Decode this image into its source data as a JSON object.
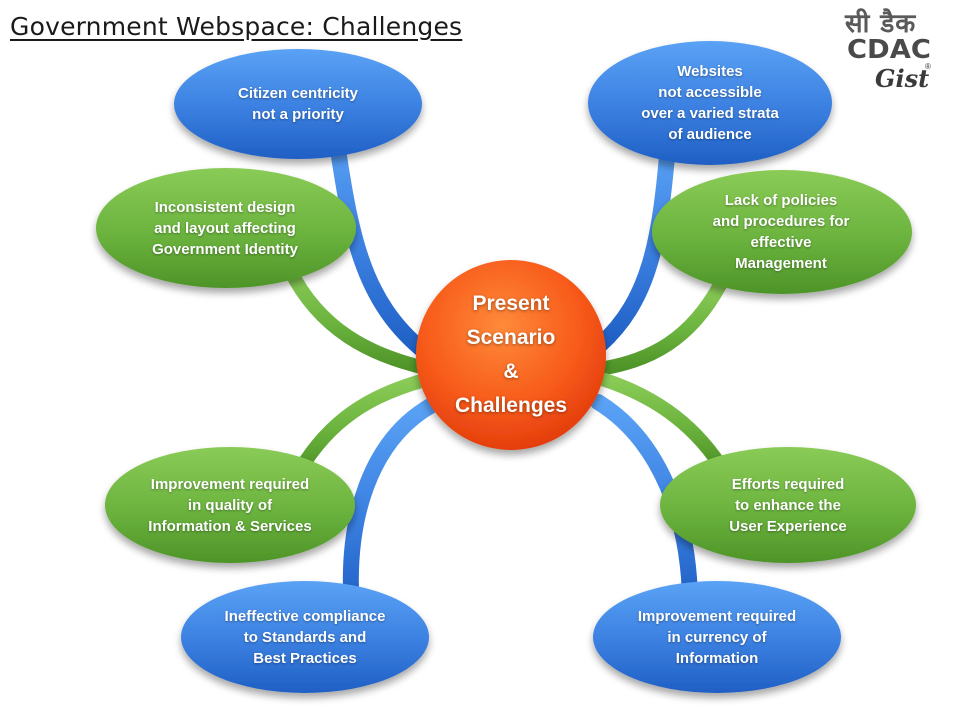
{
  "slide": {
    "title": "Government Webspace: Challenges"
  },
  "logo": {
    "hindi": "सी डैक",
    "cdac": "CDAC",
    "gist": "Gist",
    "reg": "®"
  },
  "colors": {
    "blue": "#3a7fe0",
    "blue_dark": "#1f5fc4",
    "green": "#6bb33e",
    "green_dark": "#4e9428",
    "center_top": "#ff7a2a",
    "center_bottom": "#e8380a"
  },
  "center": {
    "text": "Present\nScenario\n&\nChallenges"
  },
  "nodes": [
    {
      "id": "citizen-centricity",
      "color": "blue",
      "text": "Citizen centricity\nnot a priority"
    },
    {
      "id": "websites-not-accessible",
      "color": "blue",
      "text": "Websites\nnot accessible\nover a varied strata\nof audience"
    },
    {
      "id": "inconsistent-design",
      "color": "green",
      "text": "Inconsistent design\nand layout affecting\nGovernment Identity"
    },
    {
      "id": "lack-of-policies",
      "color": "green",
      "text": "Lack of policies\nand procedures for\neffective\nManagement"
    },
    {
      "id": "improvement-quality",
      "color": "green",
      "text": "Improvement required\nin quality of\nInformation & Services"
    },
    {
      "id": "efforts-user-experience",
      "color": "green",
      "text": "Efforts required\nto enhance the\nUser Experience"
    },
    {
      "id": "ineffective-compliance",
      "color": "blue",
      "text": "Ineffective compliance\nto Standards and\nBest Practices"
    },
    {
      "id": "improvement-currency",
      "color": "blue",
      "text": "Improvement required\nin currency of\nInformation"
    }
  ]
}
